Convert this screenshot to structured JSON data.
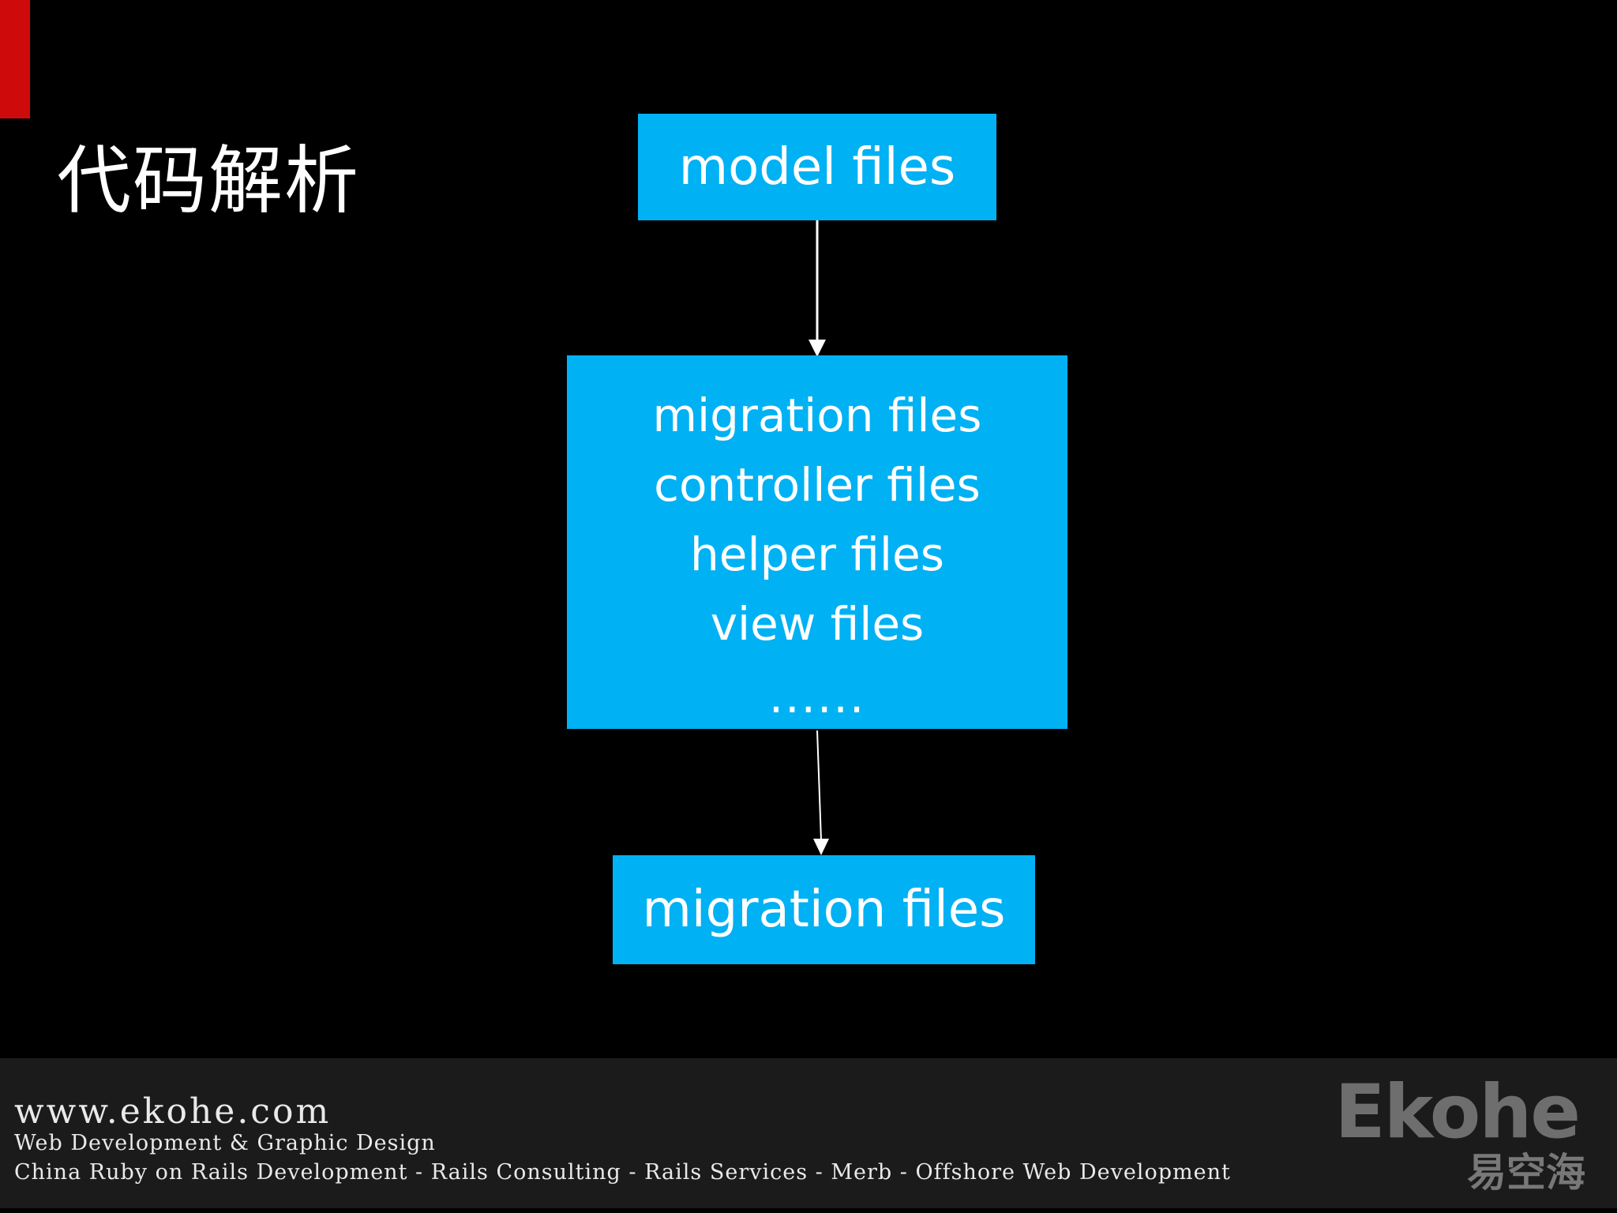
{
  "slide": {
    "title": "代码解析",
    "background_color": "#000000",
    "accent_color": "#cf0a0a",
    "box_color": "#00b1f3",
    "arrow_color": "#ffffff"
  },
  "flowchart": {
    "top_box": {
      "label": "model files"
    },
    "middle_box": {
      "lines": [
        "migration files",
        "controller files",
        "helper files",
        "view files"
      ],
      "ellipsis": "......"
    },
    "bottom_box": {
      "label": "migration files"
    }
  },
  "footer": {
    "url": "www.ekohe.com",
    "tagline": "Web Development & Graphic Design",
    "services": "China Ruby on Rails Development - Rails Consulting - Rails Services - Merb - Offshore Web Development",
    "logo": {
      "wordmark": "Ekohe",
      "cjk": "易空海"
    }
  }
}
